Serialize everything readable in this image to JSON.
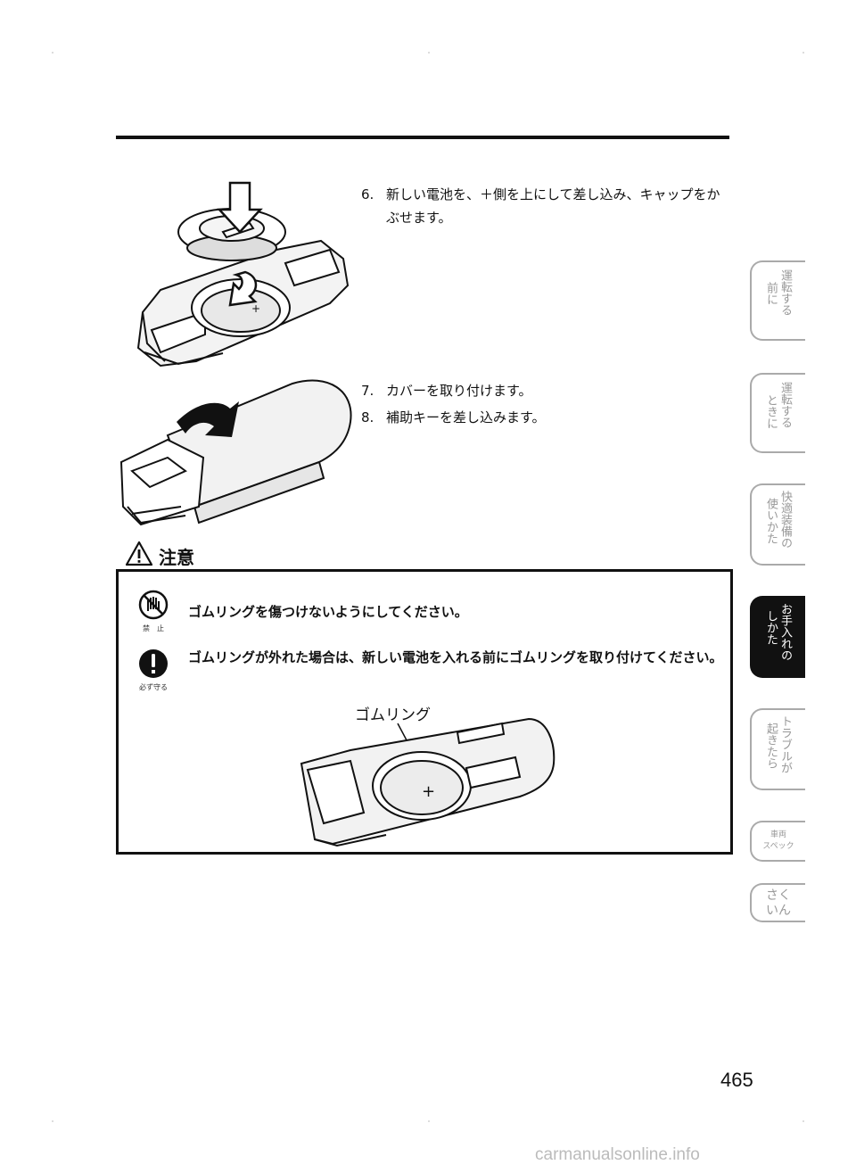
{
  "steps": [
    {
      "num": "6.",
      "text": "新しい電池を、＋側を上にして差し込み、キャップをかぶせます。"
    },
    {
      "num": "7.",
      "text": "カバーを取り付けます。"
    },
    {
      "num": "8.",
      "text": "補助キーを差し込みます。"
    }
  ],
  "caution": {
    "title": "注意",
    "items": [
      {
        "symbol_caption": "禁　止",
        "text": "ゴムリングを傷つけないようにしてください。"
      },
      {
        "symbol_caption": "必ず守る",
        "text": "ゴムリングが外れた場合は、新しい電池を入れる前にゴムリングを取り付けてください。"
      }
    ],
    "figure_label": "ゴムリング"
  },
  "side_tabs": [
    {
      "col1": "運転する",
      "col2": "前に",
      "active": false
    },
    {
      "col1": "運転する",
      "col2": "ときに",
      "active": false
    },
    {
      "col1": "快適装備の",
      "col2": "使いかた",
      "active": false
    },
    {
      "col1": "お手入れの",
      "col2": "しかた",
      "active": true
    },
    {
      "col1": "トラブルが",
      "col2": "起きたら",
      "active": false
    },
    {
      "line1": "車両",
      "line2": "スペック",
      "active": false
    },
    {
      "line1": "さく",
      "line2": "いん",
      "active": false
    }
  ],
  "page_number": "465",
  "footer_url": "carmanualsonline.info",
  "colors": {
    "ink": "#111111",
    "tab_inactive": "#aaaaaa",
    "tab_active": "#111111",
    "footer": "#bbbbbb"
  }
}
